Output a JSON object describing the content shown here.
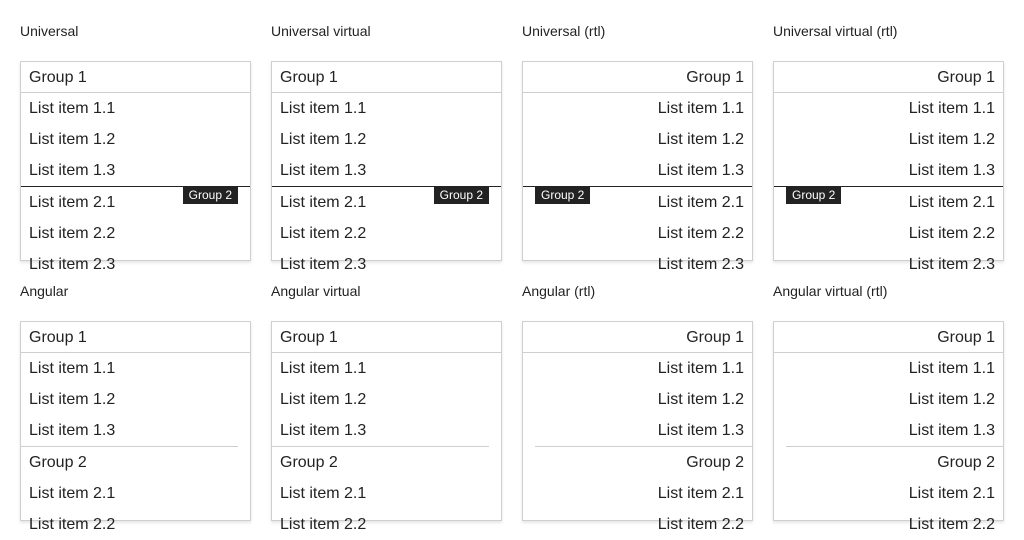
{
  "panels": [
    {
      "label": "Universal",
      "dir": "ltr",
      "variant": "universal"
    },
    {
      "label": "Universal virtual",
      "dir": "ltr",
      "variant": "universal"
    },
    {
      "label": "Universal (rtl)",
      "dir": "rtl",
      "variant": "universal"
    },
    {
      "label": "Universal virtual (rtl)",
      "dir": "rtl",
      "variant": "universal"
    },
    {
      "label": "Angular",
      "dir": "ltr",
      "variant": "angular"
    },
    {
      "label": "Angular virtual",
      "dir": "ltr",
      "variant": "angular"
    },
    {
      "label": "Angular (rtl)",
      "dir": "rtl",
      "variant": "angular"
    },
    {
      "label": "Angular virtual (rtl)",
      "dir": "rtl",
      "variant": "angular"
    }
  ],
  "list": {
    "group1": "Group 1",
    "group2": "Group 2",
    "items1": [
      "List item 1.1",
      "List item 1.2",
      "List item 1.3"
    ],
    "items2": [
      "List item 2.1",
      "List item 2.2",
      "List item 2.3"
    ]
  }
}
